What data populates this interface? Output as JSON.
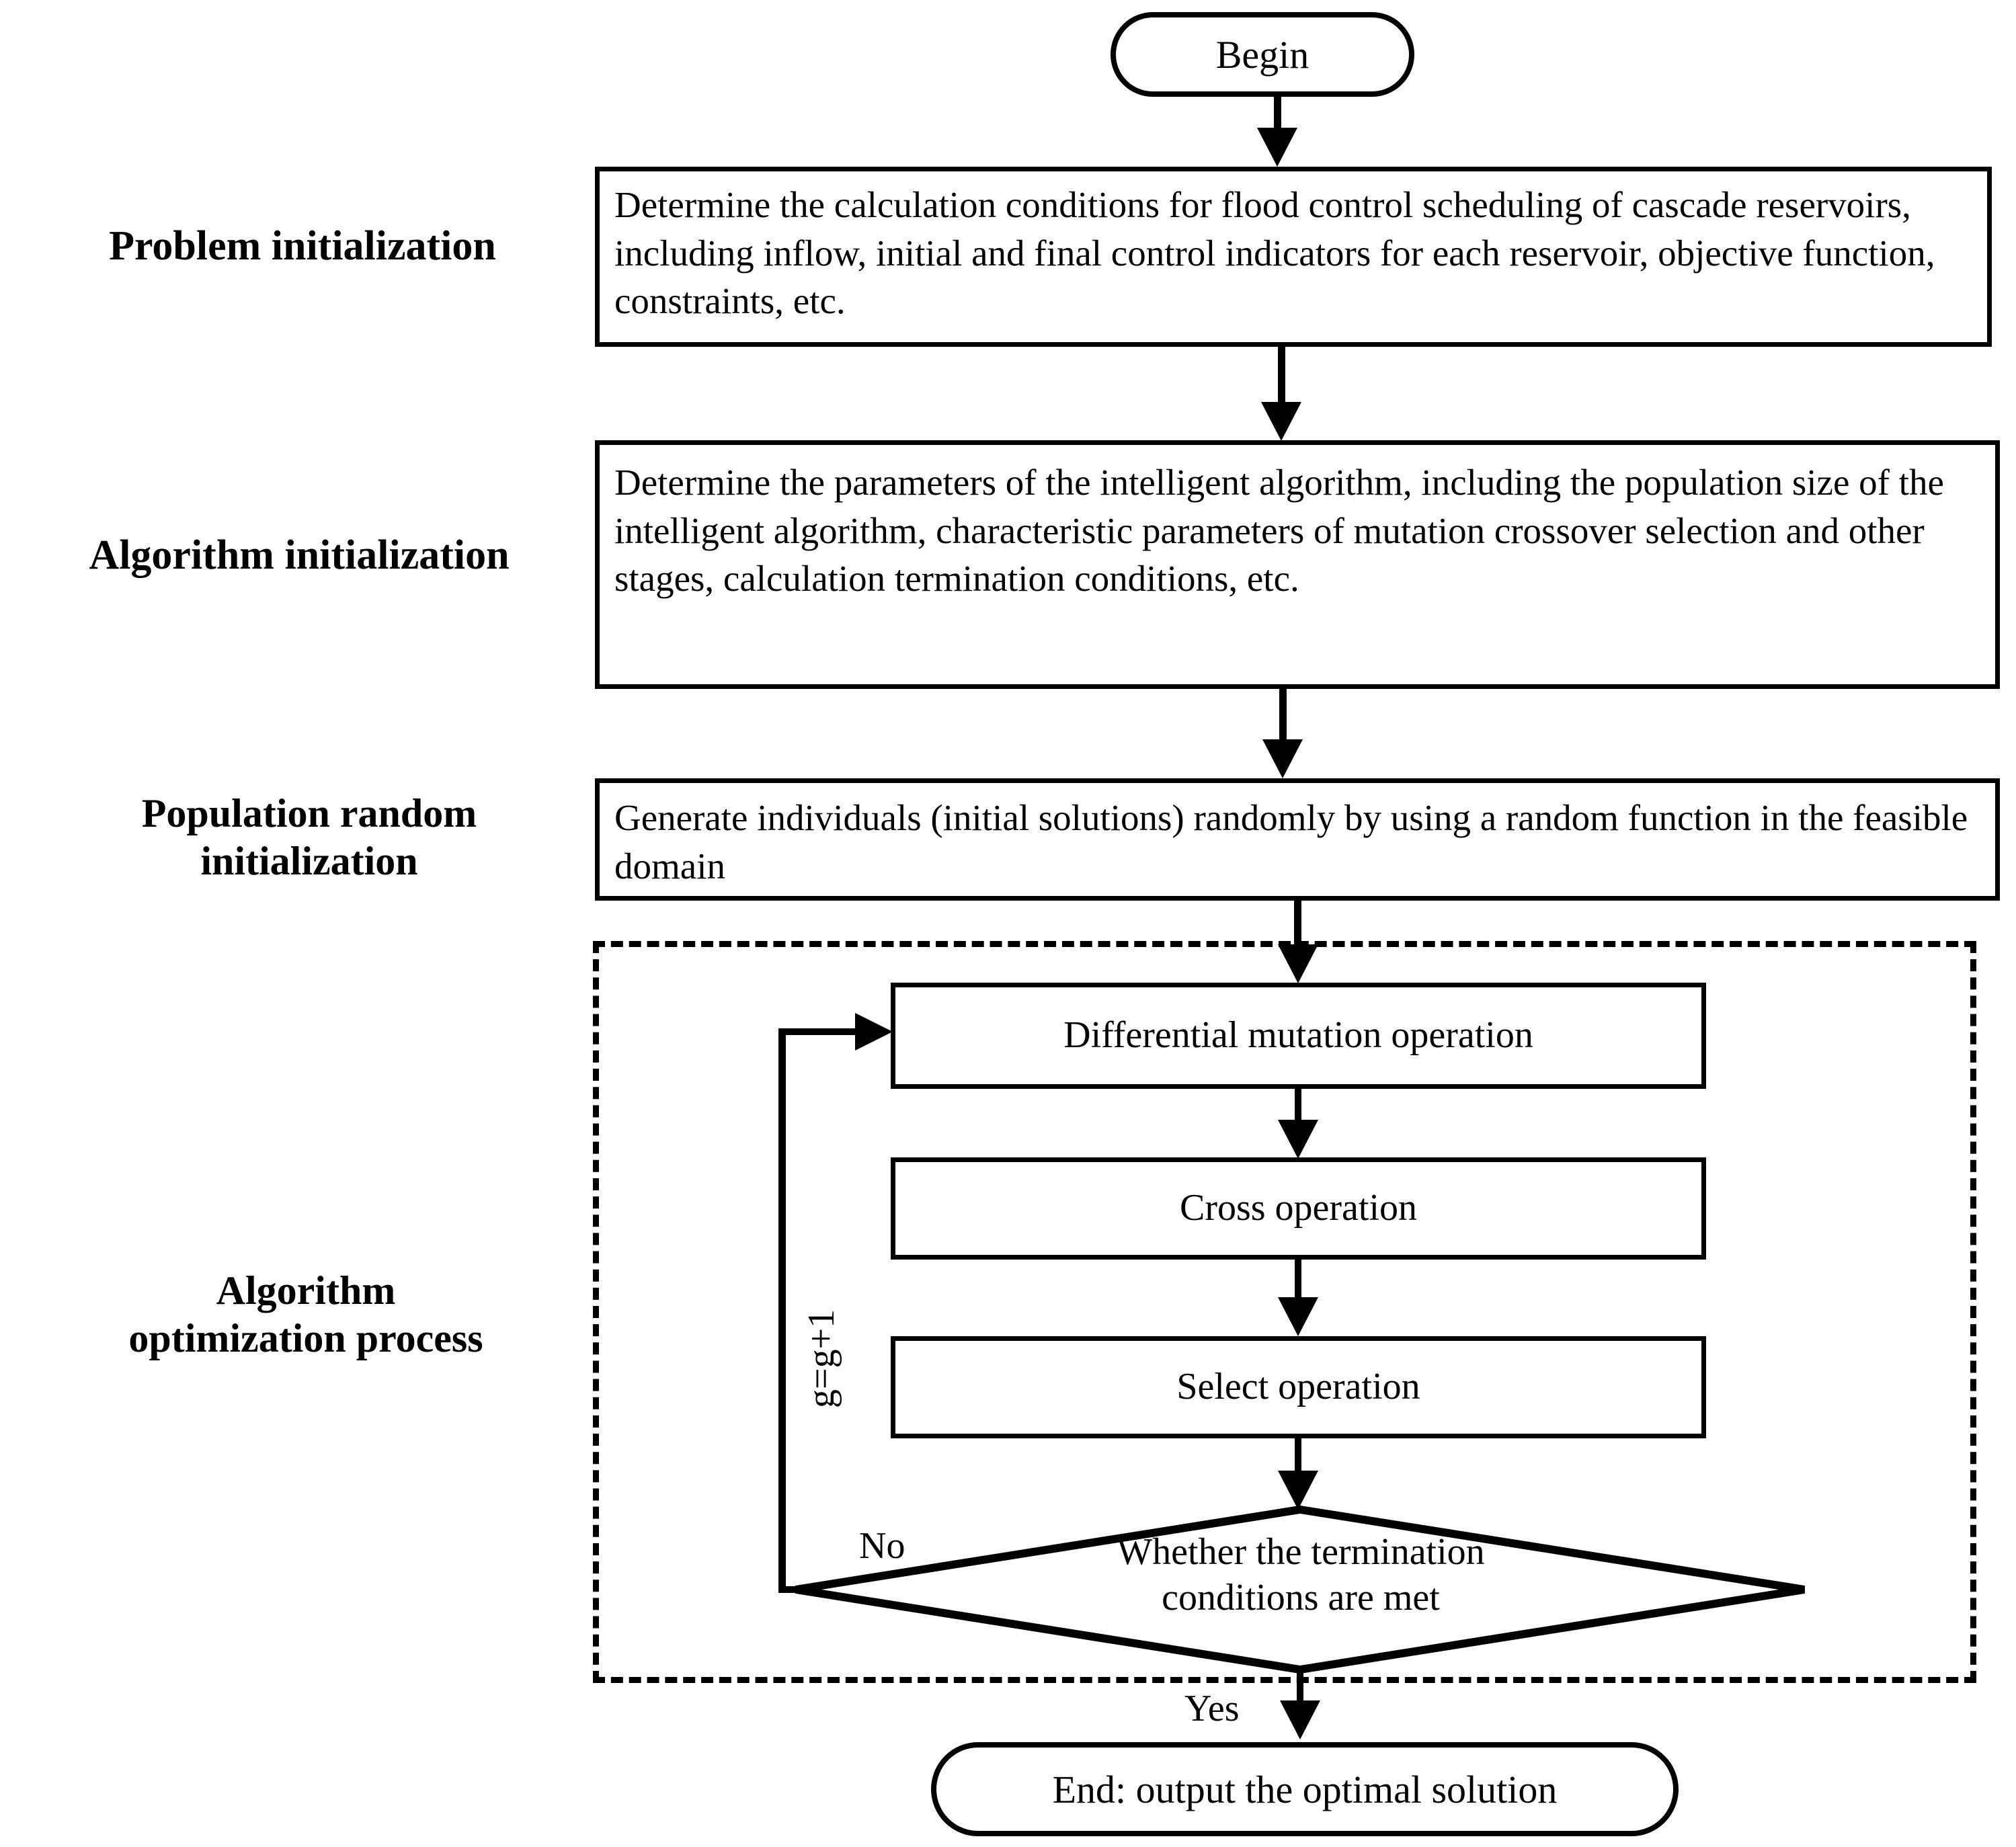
{
  "stages": [
    {
      "id": "problem-initialization",
      "label": "Problem initialization"
    },
    {
      "id": "algorithm-initialization",
      "label": "Algorithm initialization"
    },
    {
      "id": "population-random-initialization",
      "label_line1": "Population random",
      "label_line2": "initialization"
    },
    {
      "id": "algorithm-optimization-process",
      "label_line1": "Algorithm",
      "label_line2": "optimization process"
    }
  ],
  "nodes": {
    "begin": {
      "text": "Begin"
    },
    "problem_box": {
      "text": "Determine the calculation conditions for flood control scheduling of cascade reservoirs, including inflow, initial and final control indicators for each reservoir, objective function, constraints, etc."
    },
    "algorithm_box": {
      "text": "Determine the parameters of the intelligent algorithm, including the population size of the intelligent algorithm, characteristic parameters of mutation crossover selection and other stages, calculation termination conditions, etc."
    },
    "population_box": {
      "text": "Generate individuals (initial solutions) randomly by using a random function in the feasible domain"
    },
    "mutation_box": {
      "text": "Differential mutation operation"
    },
    "cross_box": {
      "text": "Cross operation"
    },
    "select_box": {
      "text": "Select operation"
    },
    "decision": {
      "line1": "Whether the termination",
      "line2": "conditions are met"
    },
    "end": {
      "text": "End: output the optimal solution"
    }
  },
  "edge_labels": {
    "loop_counter": "g=g+1",
    "no": "No",
    "yes": "Yes"
  },
  "colors": {
    "stroke": "#000000",
    "background": "#ffffff"
  }
}
